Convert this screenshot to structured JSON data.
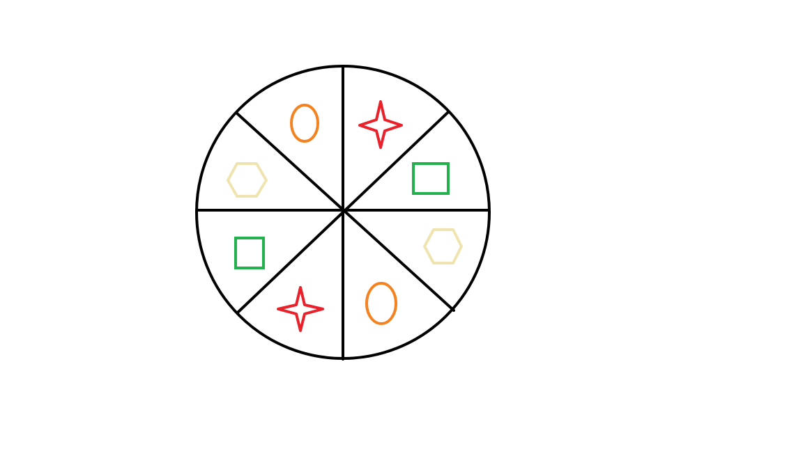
{
  "diagram": {
    "sector_count": 8,
    "colors": {
      "outline": "#000000",
      "red": "#e8212b",
      "orange": "#f58220",
      "green": "#22b14c",
      "yellow": "#efe4b0",
      "background": "#ffffff"
    },
    "sectors": [
      {
        "position": "top-left",
        "shape": "ellipse",
        "color": "orange"
      },
      {
        "position": "top-right",
        "shape": "star-4",
        "color": "red"
      },
      {
        "position": "upper-right",
        "shape": "rectangle",
        "color": "green"
      },
      {
        "position": "lower-right",
        "shape": "hexagon",
        "color": "yellow"
      },
      {
        "position": "bottom-right",
        "shape": "ellipse",
        "color": "orange"
      },
      {
        "position": "bottom-left",
        "shape": "star-4",
        "color": "red"
      },
      {
        "position": "lower-left",
        "shape": "rectangle",
        "color": "green"
      },
      {
        "position": "upper-left",
        "shape": "hexagon",
        "color": "yellow"
      }
    ]
  }
}
